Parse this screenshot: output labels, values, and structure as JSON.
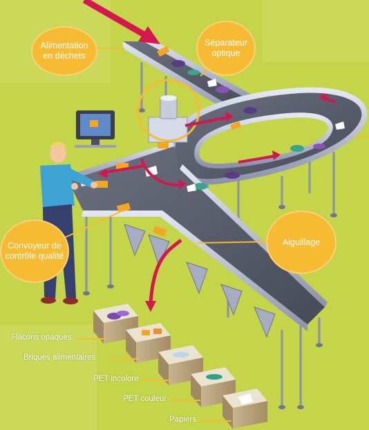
{
  "callouts": {
    "feed": "Alimentation en déchets",
    "optical": "Séparateur optique",
    "quality": "Convoyeur de contrôle qualité",
    "switch": "Aiguillage"
  },
  "bins": {
    "opaque_bottles": "Flacons opaques",
    "cartons": "Briques alimentaires",
    "pet_clear": "PET incolore",
    "pet_color": "PET couleur",
    "paper": "Papiers"
  },
  "colors": {
    "background": "#c4d54a",
    "callout": "#f7ba33",
    "arrow": "#d4184f",
    "belt": "#5b5f6e",
    "rail": "#b8bfd6"
  }
}
